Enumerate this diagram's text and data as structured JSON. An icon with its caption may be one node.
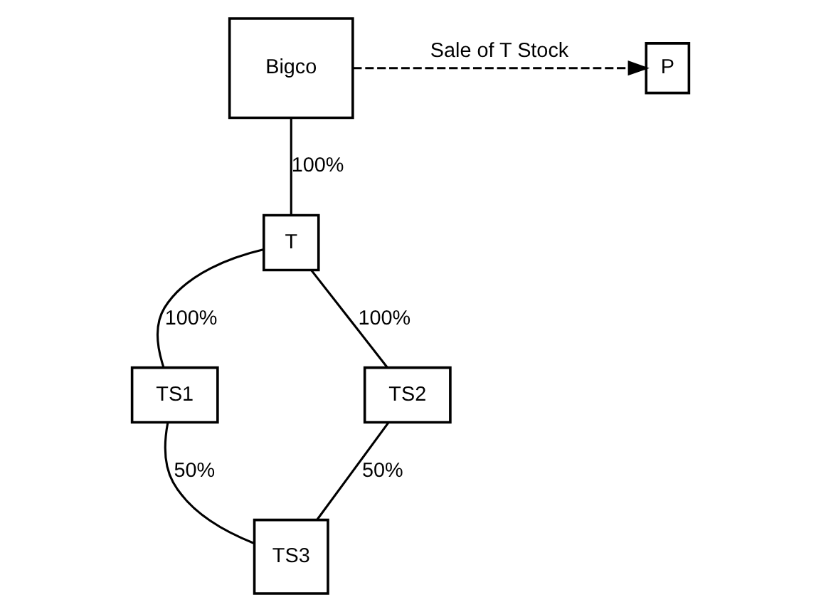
{
  "diagram": {
    "nodes": [
      {
        "text": [
          "Bigco"
        ]
      },
      {
        "text": [
          "P"
        ]
      },
      {
        "text": [
          "T"
        ]
      },
      {
        "text": [
          "TS1"
        ]
      },
      {
        "text": [
          "TS2"
        ]
      },
      {
        "text": [
          "TS3"
        ]
      }
    ],
    "edges": [
      {
        "from": 0,
        "to": 1,
        "arrow": "to",
        "label": "Sale of T Stock",
        "style": "dashed"
      },
      {
        "from": 0,
        "to": 2,
        "arrow": "none",
        "label": "100%"
      },
      {
        "from": 2,
        "to": 3,
        "arrow": "none",
        "label": "100%"
      },
      {
        "from": 2,
        "to": 4,
        "arrow": "none",
        "label": "100%"
      },
      {
        "from": 3,
        "to": 5,
        "arrow": "none",
        "label": "50%"
      },
      {
        "from": 4,
        "to": 5,
        "arrow": "none",
        "label": "50%"
      }
    ]
  }
}
